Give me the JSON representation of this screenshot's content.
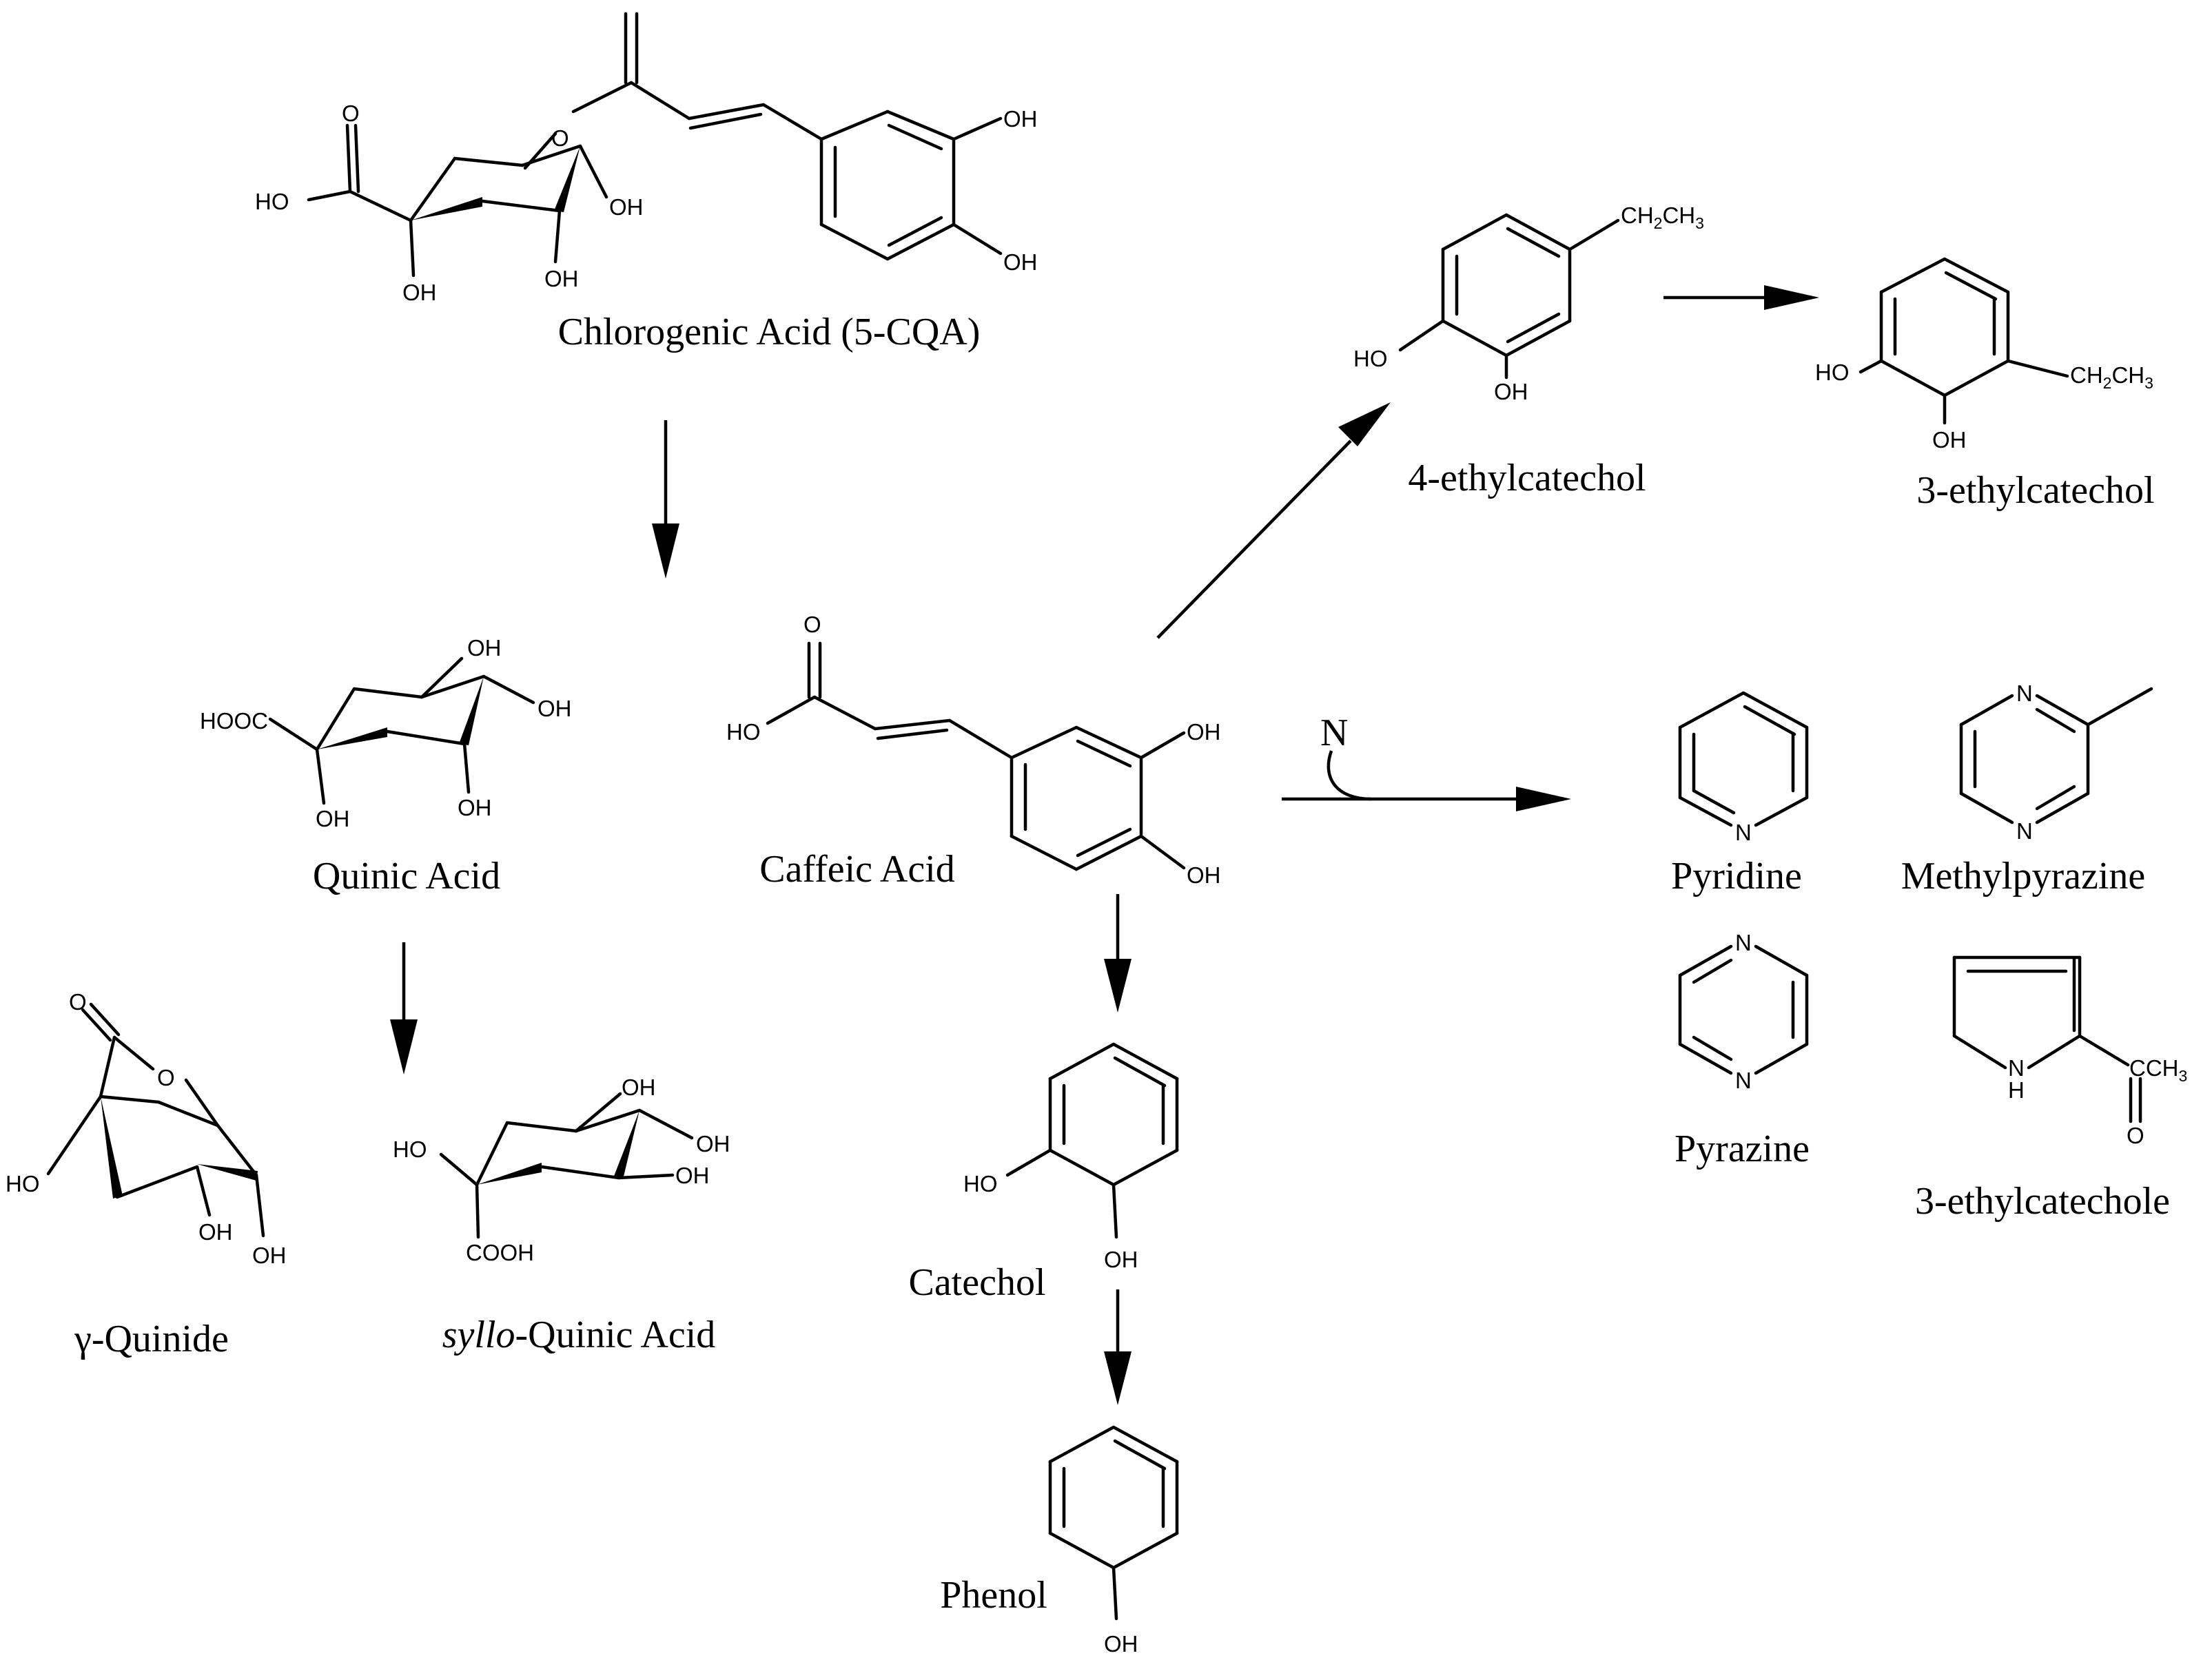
{
  "compounds": {
    "chlorogenic_acid": "Chlorogenic Acid (5-CQA)",
    "quinic_acid": "Quinic Acid",
    "caffeic_acid": "Caffeic Acid",
    "ethylcatechol_4": "4-ethylcatechol",
    "ethylcatechol_3": "3-ethylcatechol",
    "gamma_quinide": "γ-Quinide",
    "syllo_prefix": "syllo",
    "syllo_rest": "-Quinic Acid",
    "catechol": "Catechol",
    "phenol": "Phenol",
    "pyridine": "Pyridine",
    "methylpyrazine": "Methylpyrazine",
    "pyrazine": "Pyrazine",
    "ethylcatechole_3": "3-ethylcatechole"
  },
  "atoms": {
    "oh": "OH",
    "ho": "HO",
    "o": "O",
    "n": "N",
    "nh": "N",
    "h": "H",
    "hooc": "HOOC",
    "cooh": "COOH",
    "ch2ch3": "CH",
    "ch2ch3_sub1": "2",
    "ch2ch3_mid": "CH",
    "ch2ch3_sub2": "3",
    "acetyl": "CCH",
    "acetyl_sub": "3"
  },
  "reagent": "N"
}
